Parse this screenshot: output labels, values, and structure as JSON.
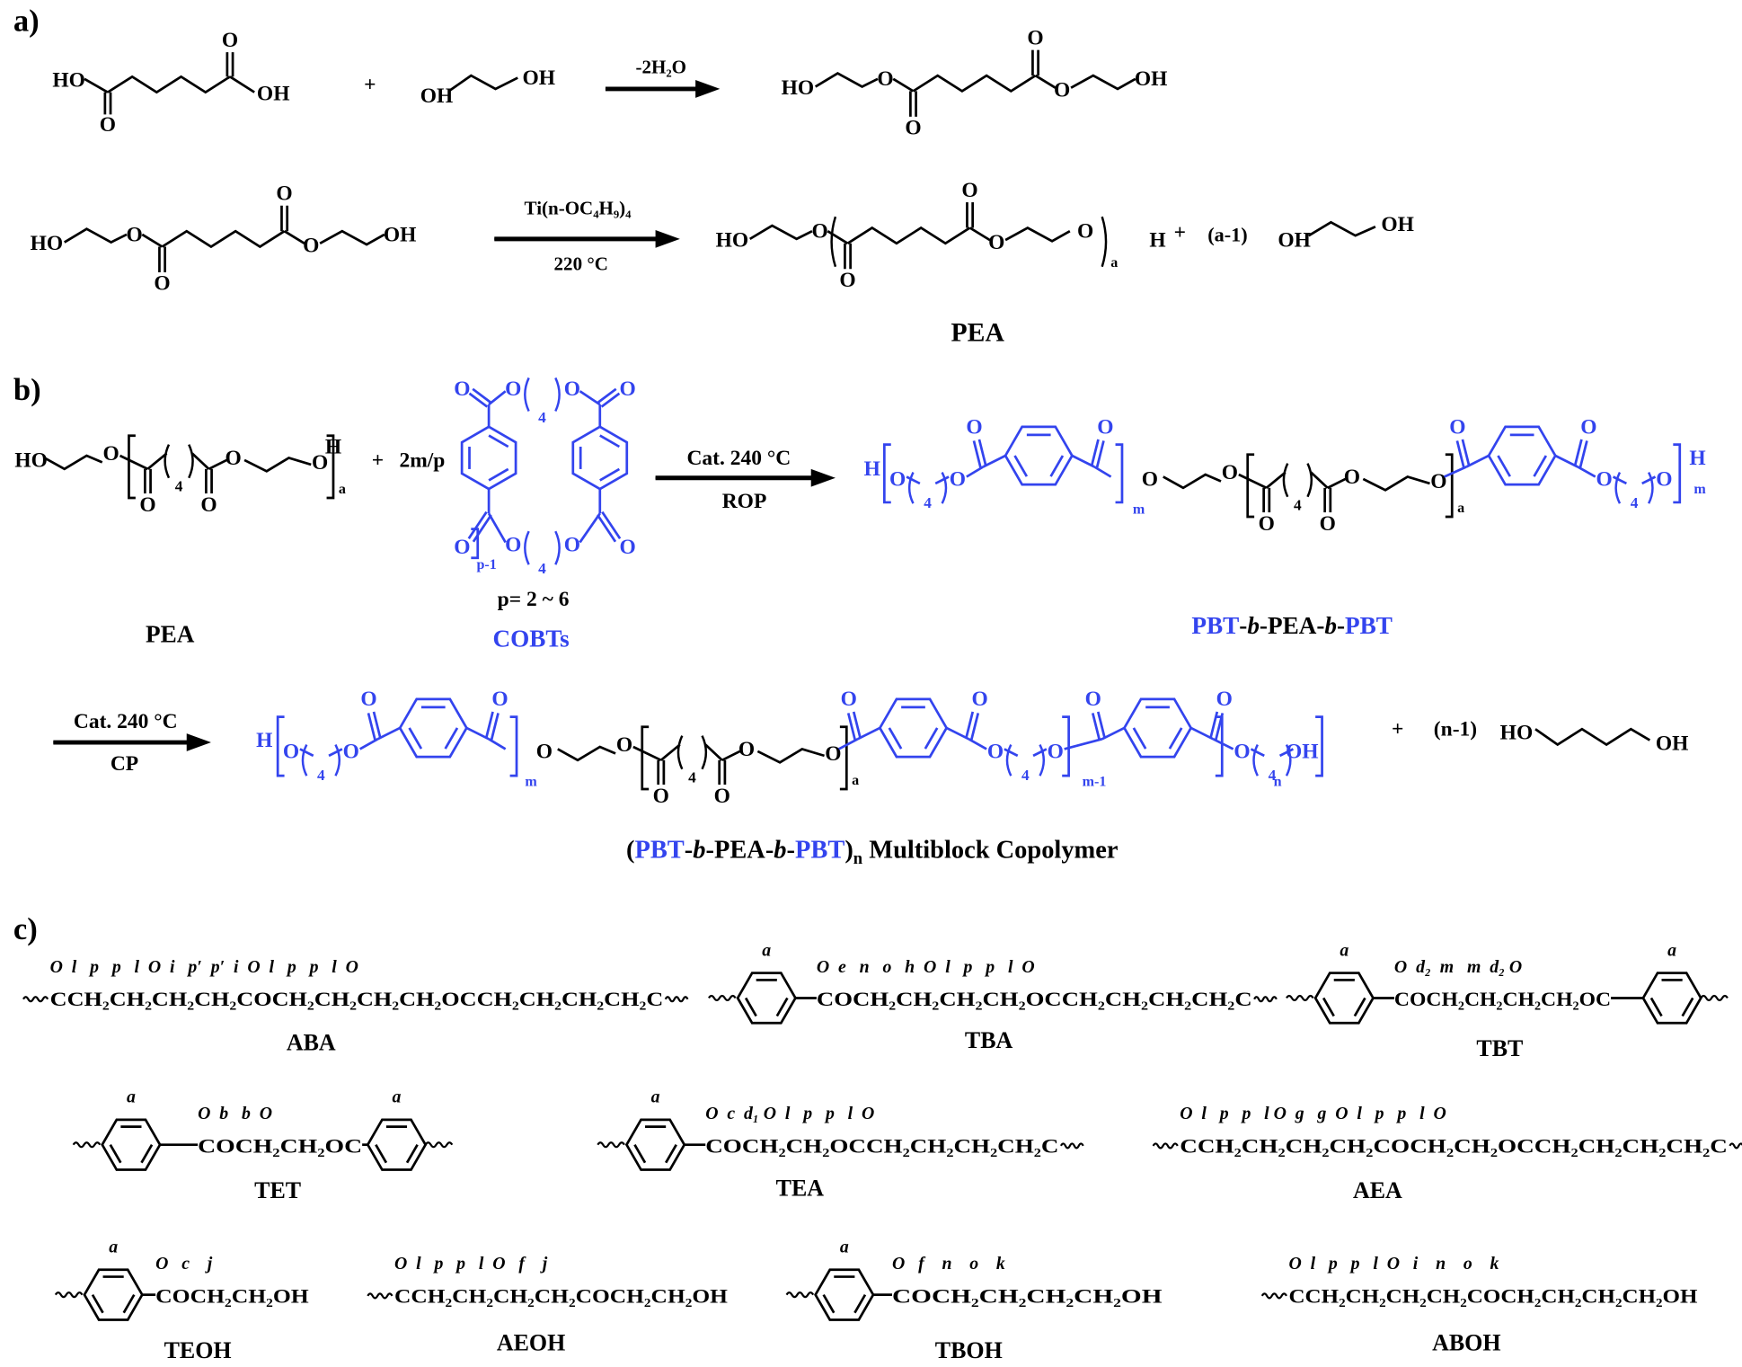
{
  "panel_a": {
    "label": "a)",
    "step1": {
      "adipic_acid": [
        "HO",
        "O",
        "O",
        "OH"
      ],
      "plus": "+",
      "ethylene_glycol": [
        "OH",
        "OH"
      ],
      "condition": "-2H₂O",
      "product": [
        "HO",
        "O",
        "O",
        "O",
        "O",
        "OH"
      ]
    },
    "step2": {
      "reactant": [
        "HO",
        "O",
        "O",
        "O",
        "O",
        "OH"
      ],
      "catalyst": "Ti(n-OC₄H₉)₄",
      "temperature": "220 °C",
      "product": [
        "HO",
        "O",
        "O",
        "O",
        "O",
        "O"
      ],
      "repeat": "a",
      "end_group": "H",
      "plus": "+",
      "coefficient": "(a-1)",
      "byproduct": [
        "OH",
        "OH"
      ],
      "name": "PEA"
    }
  },
  "panel_b": {
    "label": "b)",
    "pea": {
      "atoms": [
        "HO",
        "O",
        "O",
        "4",
        "O",
        "O",
        "O",
        "a",
        "H"
      ],
      "name": "PEA"
    },
    "plus": "+",
    "coefficient": "2m/p",
    "cobts": {
      "atoms": [
        "O",
        "O",
        "4",
        "O",
        "O",
        "O",
        "p-1",
        "O",
        "4",
        "O",
        "O"
      ],
      "range": "p= 2 ~ 6",
      "name": "COBTs"
    },
    "step1_conditions": {
      "catalyst": "Cat.  240 °C",
      "process": "ROP"
    },
    "triblock": {
      "atoms": [
        "H",
        "O",
        "4",
        "O",
        "O",
        "O",
        "m",
        "O",
        "O",
        "O",
        "4",
        "O",
        "O",
        "O",
        "a",
        "O",
        "O",
        "O",
        "4",
        "O",
        "H",
        "m"
      ],
      "name_parts": [
        "PBT",
        "-",
        "b",
        "-PEA-",
        "b",
        "-",
        "PBT"
      ]
    },
    "step2_conditions": {
      "catalyst": "Cat.  240 °C",
      "process": "CP"
    },
    "multiblock": {
      "atoms": [
        "H",
        "O",
        "4",
        "O",
        "O",
        "O",
        "m",
        "O",
        "O",
        "O",
        "4",
        "O",
        "O",
        "O",
        "a",
        "O",
        "O",
        "O",
        "4",
        "O",
        "m-1",
        "O",
        "O",
        "O",
        "4",
        "OH",
        "n"
      ],
      "name_parts": [
        "(",
        "PBT",
        "-",
        "b",
        "-PEA-",
        "b",
        "-",
        "PBT",
        ")",
        "n",
        " Multiblock Copolymer"
      ]
    },
    "plus2": "+",
    "coefficient2": "(n-1)",
    "byproduct": [
      "HO",
      "OH"
    ]
  },
  "panel_c": {
    "label": "c)",
    "units": [
      {
        "name": "ABA",
        "labels": "O  l   p   p   l  O  i   p′  p′  i  O  l   p   p   l  O",
        "formula": "CCH₂CH₂CH₂CH₂COCH₂CH₂CH₂CH₂OCCH₂CH₂CH₂CH₂C",
        "ring_labels": []
      },
      {
        "name": "TBA",
        "labels": "O  e   n   o   h  O  l   p   p   l  O",
        "formula": "COCH₂CH₂CH₂CH₂OCCH₂CH₂CH₂CH₂C",
        "ring_labels": [
          "a"
        ]
      },
      {
        "name": "TBT",
        "labels": "O  d₂  m   m  d₂ O",
        "formula": "COCH₂CH₂CH₂CH₂OC",
        "ring_labels": [
          "a",
          "a"
        ]
      },
      {
        "name": "TET",
        "labels": "O  b   b  O",
        "formula": "COCH₂CH₂OC",
        "ring_labels": [
          "a",
          "a"
        ]
      },
      {
        "name": "TEA",
        "labels": "O  c  d₁ O  l   p   p   l  O",
        "formula": "COCH₂CH₂OCCH₂CH₂CH₂CH₂C",
        "ring_labels": [
          "a"
        ]
      },
      {
        "name": "AEA",
        "labels": "O  l   p   p   l O  g   g  O  l   p   p   l  O",
        "formula": "CCH₂CH₂CH₂CH₂COCH₂CH₂OCCH₂CH₂CH₂CH₂C",
        "ring_labels": []
      },
      {
        "name": "TEOH",
        "labels": "O   c    j",
        "formula": "COCH₂CH₂OH",
        "ring_labels": [
          "a"
        ]
      },
      {
        "name": "AEOH",
        "labels": "O  l   p   p   l  O   f    j",
        "formula": "CCH₂CH₂CH₂CH₂COCH₂CH₂OH",
        "ring_labels": []
      },
      {
        "name": "TBOH",
        "labels": "O   f    n    o    k",
        "formula": "COCH₂CH₂CH₂CH₂OH",
        "ring_labels": [
          "a"
        ]
      },
      {
        "name": "ABOH",
        "labels": "O  l   p   p   l  O   i    n    o    k",
        "formula": "CCH₂CH₂CH₂CH₂COCH₂CH₂CH₂CH₂OH",
        "ring_labels": []
      }
    ]
  },
  "colors": {
    "pbt_blue": "#3344ee",
    "ink": "#000000"
  }
}
